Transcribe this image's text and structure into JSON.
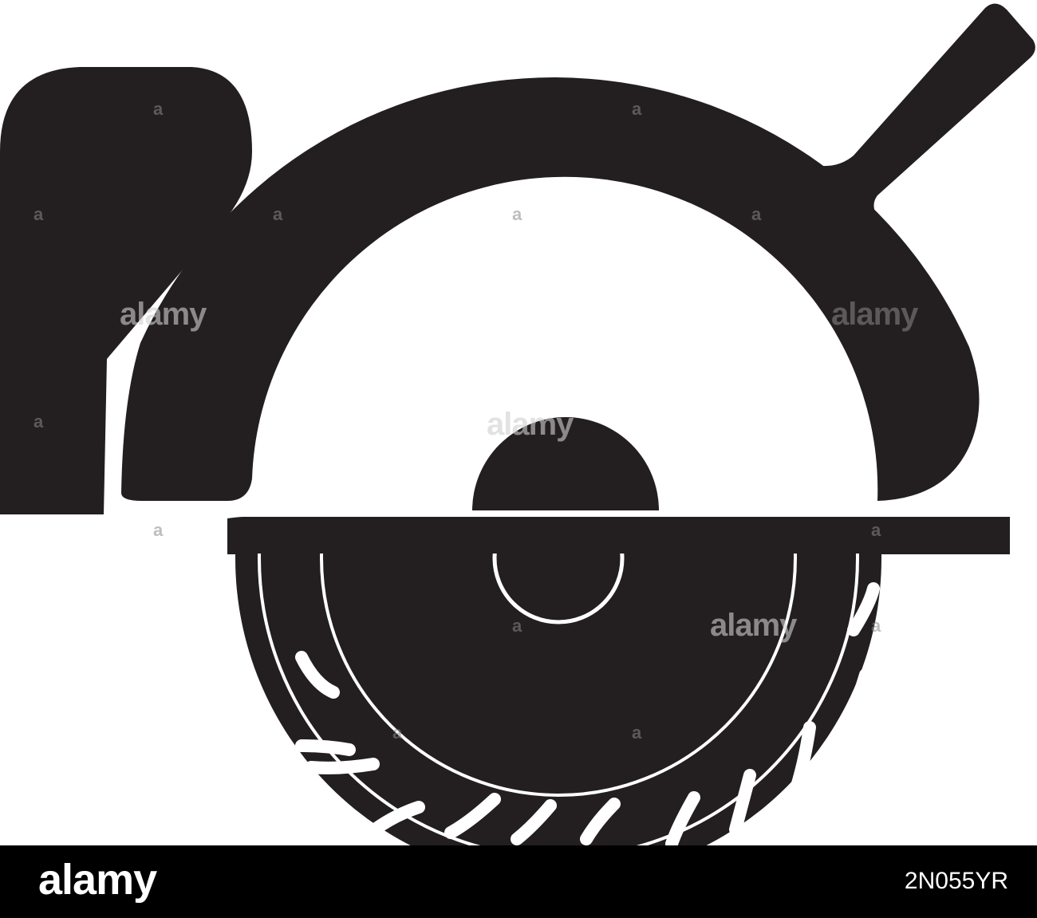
{
  "image": {
    "subject_icon": "circular-saw-icon",
    "fill_color": "#231f20",
    "background_color": "#ffffff"
  },
  "watermark": {
    "word": "alamy",
    "letter": "a"
  },
  "footer": {
    "logo": "alamy",
    "image_id": "2N055YR",
    "background_color": "#000000",
    "text_color": "#ffffff"
  }
}
